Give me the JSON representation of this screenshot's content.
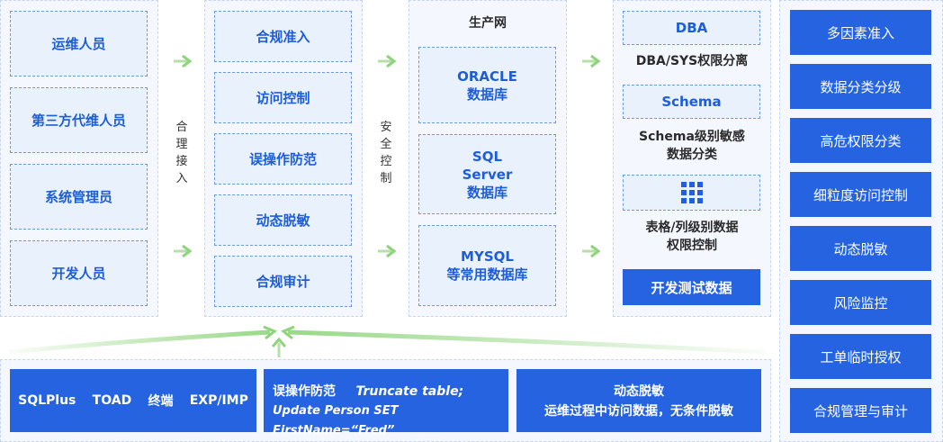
{
  "personnel": [
    "运维人员",
    "第三方代维人员",
    "系统管理员",
    "开发人员"
  ],
  "access_label": "合理接入",
  "controls": [
    "合规准入",
    "访问控制",
    "误操作防范",
    "动态脱敏",
    "合规审计"
  ],
  "security_label": "安全控制",
  "production": {
    "title": "生产网",
    "databases": [
      "ORACLE\n数据库",
      "SQL\nServer\n数据库",
      "MYSQL\n等常用数据库"
    ]
  },
  "dba_column": {
    "dba_box": "DBA",
    "dba_desc": "DBA/SYS权限分离",
    "schema_box": "Schema",
    "schema_desc": "Schema级别敏感\n数据分类",
    "table_desc": "表格/列级别数据\n权限控制",
    "dev_button": "开发测试数据"
  },
  "features": [
    "多因素准入",
    "数据分类分级",
    "高危权限分类",
    "细粒度访问控制",
    "动态脱敏",
    "风险监控",
    "工单临时授权",
    "合规管理与审计"
  ],
  "bottom": {
    "tools": [
      "SQLPlus",
      "TOAD",
      "终端",
      "EXP/IMP"
    ],
    "misop_title": "误操作防范",
    "misop_cmd1": "Truncate table;",
    "misop_cmd2": "Update Person SET FirstName=“Fred”",
    "mask_title": "动态脱敏",
    "mask_desc": "运维过程中访问数据，无条件脱敏"
  },
  "colors": {
    "primary": "#2563e0",
    "light_box": "#e9f1fd",
    "panel": "#f4f8fe",
    "arrow": "#8ed47c"
  }
}
